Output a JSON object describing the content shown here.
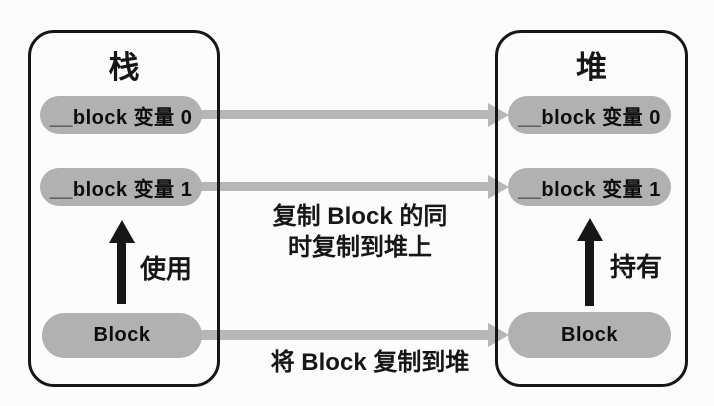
{
  "diagram": {
    "stack": {
      "title": "栈",
      "var0_label": "__block 变量 0",
      "var1_label": "__block 变量 1",
      "block_label": "Block",
      "arrow_label": "使用"
    },
    "heap": {
      "title": "堆",
      "var0_label": "__block 变量 0",
      "var1_label": "__block 变量 1",
      "block_label": "Block",
      "arrow_label": "持有"
    },
    "notes": {
      "copy_note_line1": "复制 Block 的同",
      "copy_note_line2": "时复制到堆上",
      "bottom_note": "将 Block 复制到堆"
    },
    "colors": {
      "pill_gray": "#b1b1b1",
      "arrow_gray": "#b7b7b7",
      "ink": "#161616",
      "background": "#fcfcfc"
    }
  }
}
